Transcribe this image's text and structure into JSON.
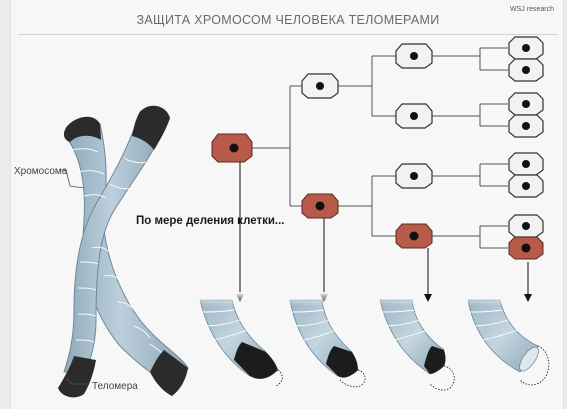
{
  "header": {
    "title": "ЗАЩИТА ХРОМОСОМ ЧЕЛОВЕКА ТЕЛОМЕРАМИ",
    "source": "WSJ research"
  },
  "labels": {
    "chromosome": "Хромосома",
    "telomere": "Теломера",
    "division_caption": "По мере деления клетки..."
  },
  "colors": {
    "chromatid_fill": "#a8c0cf",
    "chromatid_stripe": "#ffffff",
    "telomere_fill": "#2b2b2b",
    "old_cell_fill": "#b85a4a",
    "new_cell_fill": "#f2f2f2",
    "nucleus_fill": "#111111",
    "line_color": "#555555"
  },
  "tree": {
    "generations": 4,
    "cells_per_generation": [
      1,
      2,
      4,
      8
    ],
    "red_cells_per_generation": [
      1,
      1,
      1,
      1
    ]
  },
  "telomere_stages": {
    "count": 4,
    "remaining_telomere_levels": [
      1.0,
      0.7,
      0.4,
      0.05
    ]
  }
}
